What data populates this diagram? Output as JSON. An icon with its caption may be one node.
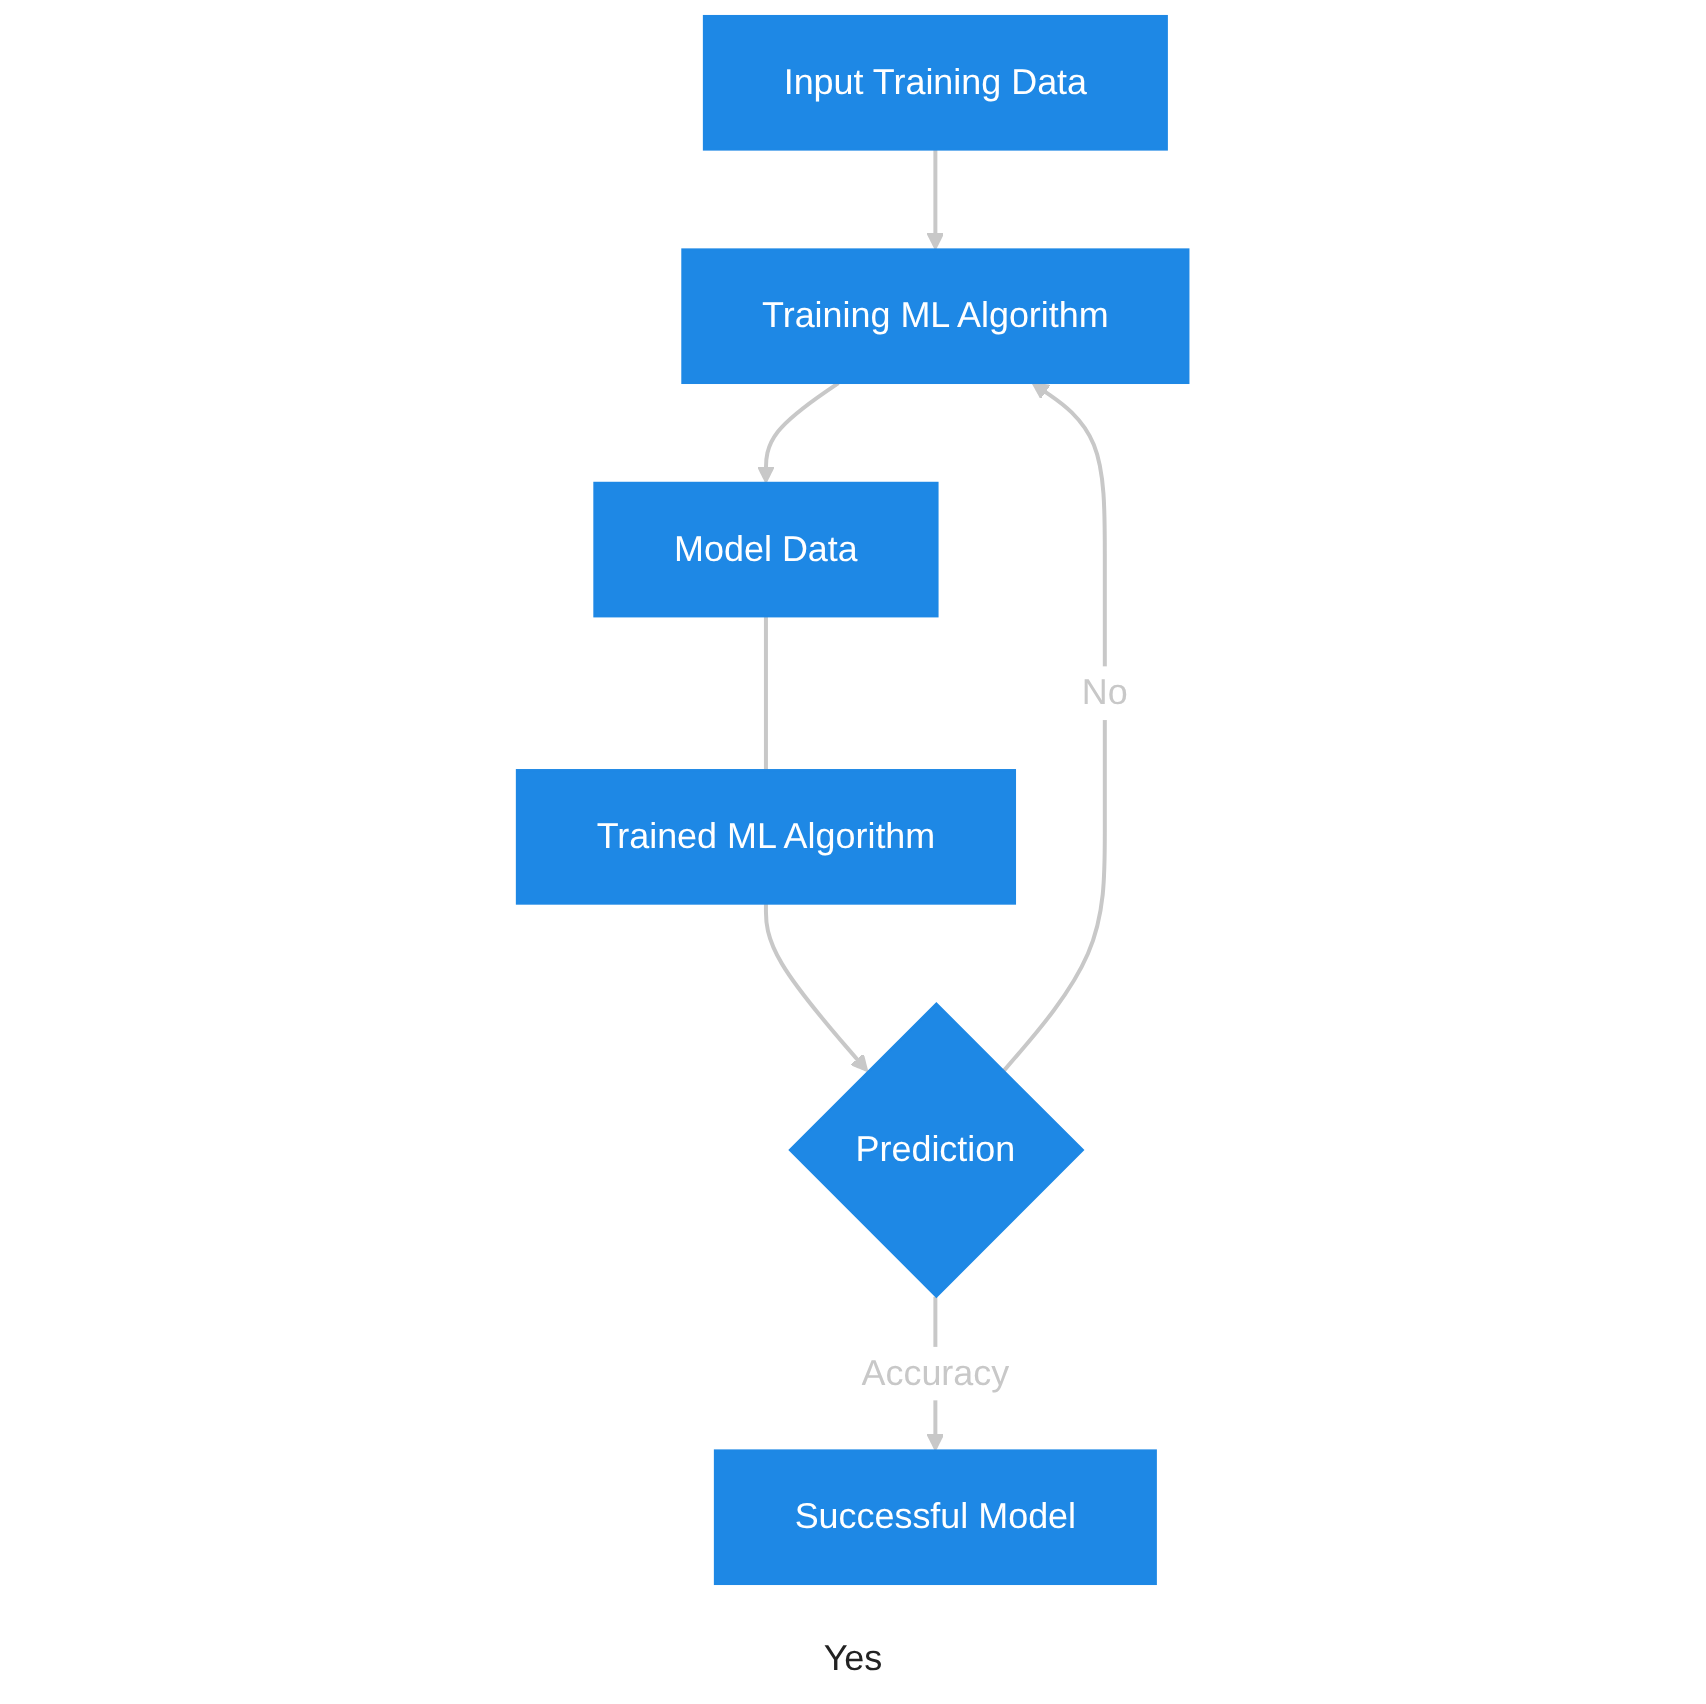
{
  "diagram": {
    "nodes": [
      {
        "text": [
          "Input Training Data"
        ]
      },
      {
        "text": [
          "Training ML Algorithm"
        ]
      },
      {
        "text": [
          "Model Data"
        ]
      },
      {
        "text": [
          "Trained ML Algorithm"
        ]
      },
      {
        "text": [
          "Prediction"
        ]
      },
      {
        "text": [
          "Successful Model"
        ]
      }
    ],
    "edges": [
      {
        "from": 0,
        "to": 1,
        "arrow": "to"
      },
      {
        "from": 1,
        "to": 2,
        "arrow": "to"
      },
      {
        "from": 2,
        "to": 3,
        "arrow": "none"
      },
      {
        "from": 3,
        "to": 4,
        "arrow": "to"
      },
      {
        "from": 4,
        "to": 5,
        "label": "Accuracy",
        "arrow": "to"
      },
      {
        "from": 4,
        "to": 1,
        "label": "No",
        "arrow": "to"
      }
    ],
    "labels": [
      "Yes"
    ]
  }
}
